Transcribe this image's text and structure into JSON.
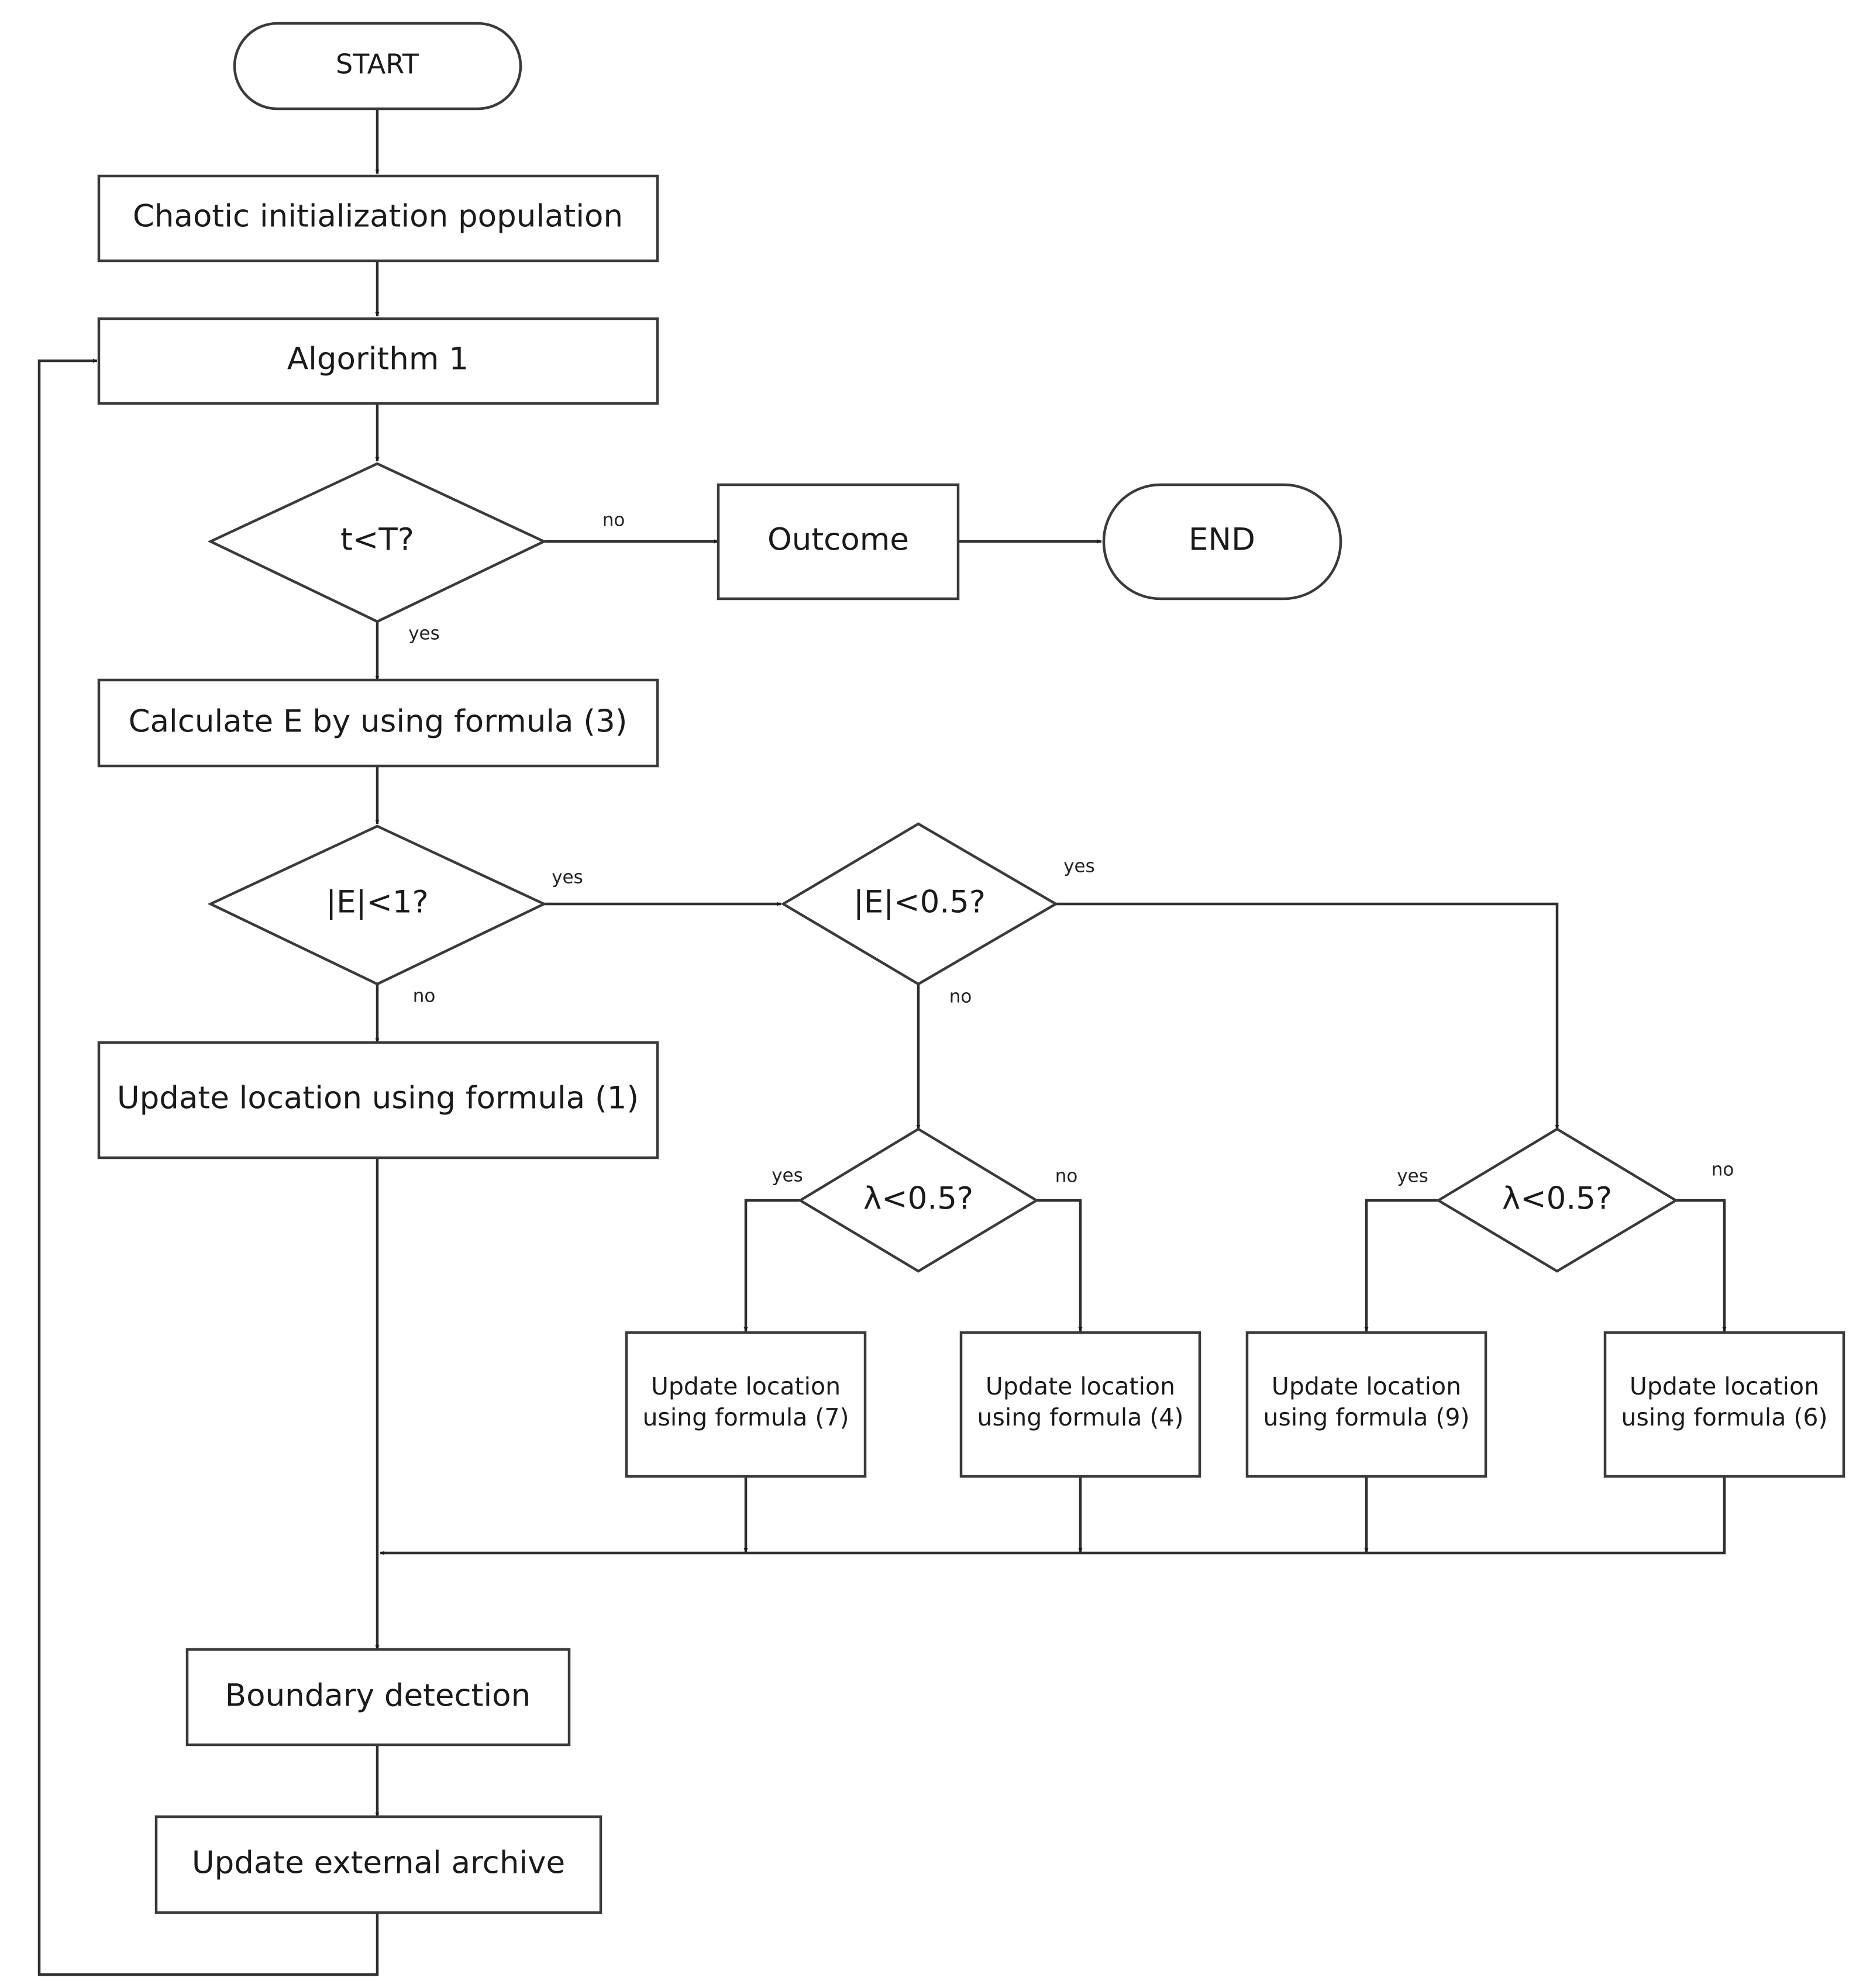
{
  "nodes": {
    "start": "START",
    "chaotic_init": "Chaotic initialization population",
    "algorithm1": "Algorithm 1",
    "t_check": "t<T?",
    "outcome": "Outcome",
    "end": "END",
    "calc_e": "Calculate E by using formula (3)",
    "e_lt_1": "|E|<1?",
    "e_lt_05": "|E|<0.5?",
    "update_f1": "Update location using formula (1)",
    "lambda_left": "λ<0.5?",
    "lambda_right": "λ<0.5?",
    "update_f7_line1": "Update location",
    "update_f7_line2": "using formula (7)",
    "update_f4_line1": "Update location",
    "update_f4_line2": "using formula (4)",
    "update_f9_line1": "Update location",
    "update_f9_line2": "using formula (9)",
    "update_f6_line1": "Update location",
    "update_f6_line2": "using formula (6)",
    "boundary": "Boundary detection",
    "archive": "Update external archive"
  },
  "edge_labels": {
    "t_no": "no",
    "t_yes": "yes",
    "e1_yes": "yes",
    "e1_no": "no",
    "e05_yes": "yes",
    "e05_no": "no",
    "lambda_left_yes": "yes",
    "lambda_left_no": "no",
    "lambda_right_yes": "yes",
    "lambda_right_no": "no"
  }
}
